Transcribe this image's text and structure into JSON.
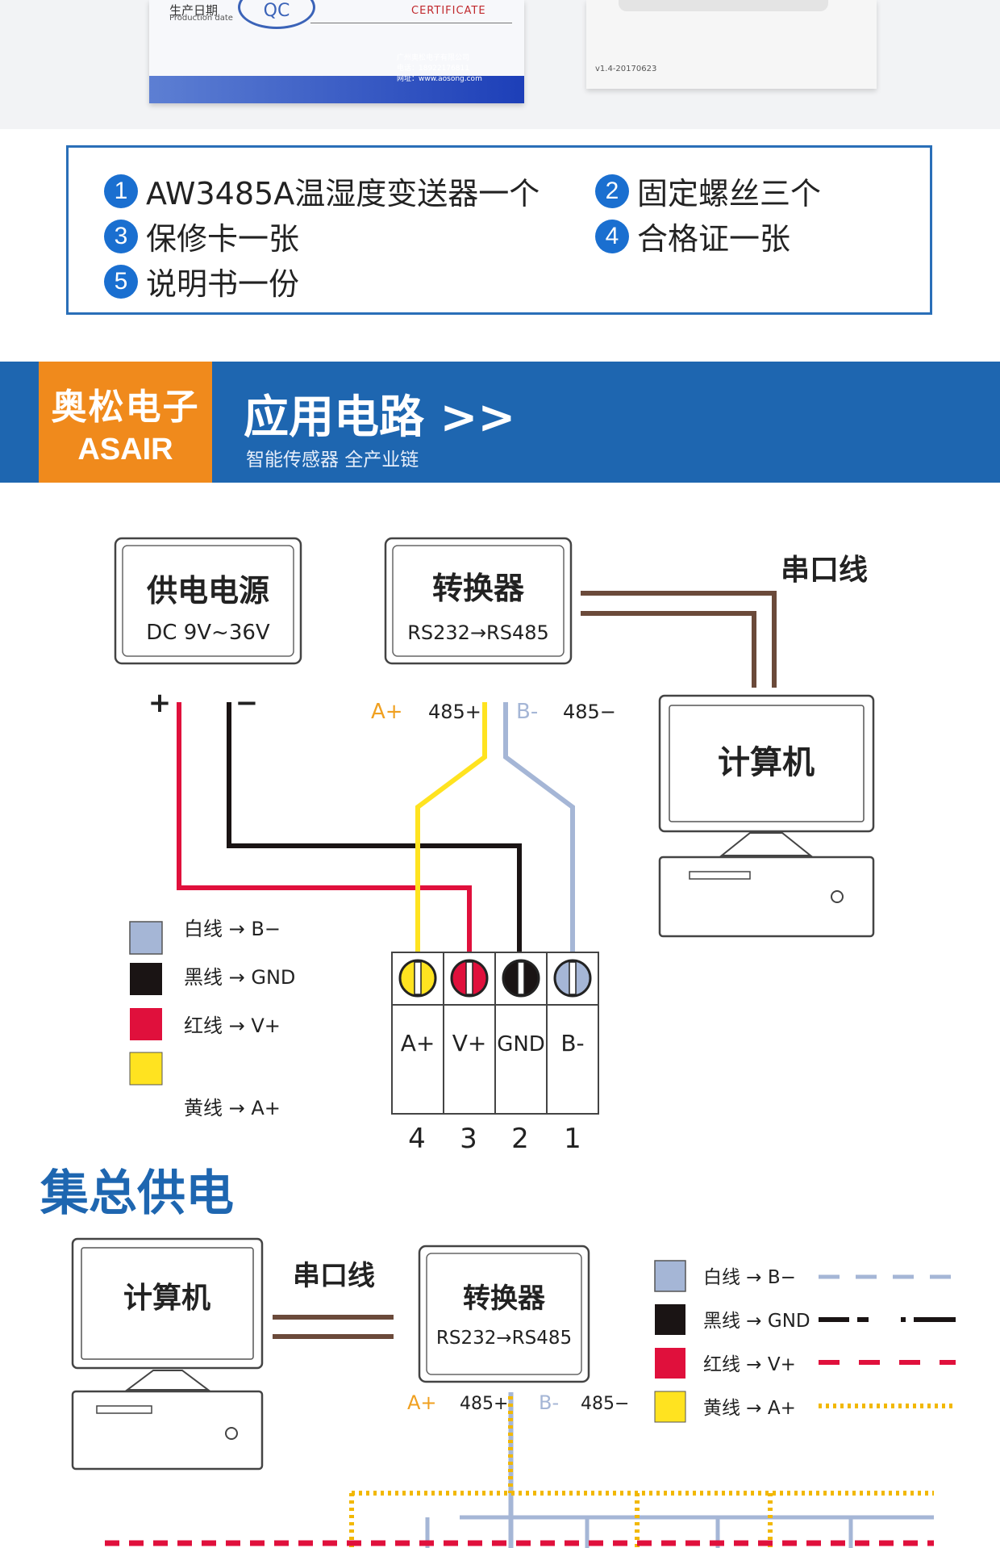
{
  "top_photo": {
    "production_date_cn": "生产日期",
    "production_date_en": "Production date",
    "qc": "QC",
    "certificate": "CERTIFICATE",
    "company": "广州奥松电子有限公司",
    "phone": "电话：18922176811",
    "website": "网址：www.aosong.com",
    "version": "v1.4-20170623"
  },
  "packing_list": [
    {
      "num": "1",
      "text": "AW3485A温湿度变送器一个"
    },
    {
      "num": "2",
      "text": "固定螺丝三个"
    },
    {
      "num": "3",
      "text": "保修卡一张"
    },
    {
      "num": "4",
      "text": "合格证一张"
    },
    {
      "num": "5",
      "text": "说明书一份"
    }
  ],
  "banner": {
    "brand_cn": "奥松电子",
    "brand_en": "ASAIR",
    "title": "应用电路 >>",
    "subtitle": "智能传感器 全产业链"
  },
  "diagram1": {
    "power_title": "供电电源",
    "power_spec": "DC 9V~36V",
    "plus": "+",
    "minus": "−",
    "converter_title": "转换器",
    "converter_spec": "RS232→RS485",
    "a_plus": "A+",
    "p485_plus": "485+",
    "b_minus": "B-",
    "p485_minus": "485−",
    "serial_cable": "串口线",
    "computer": "计算机",
    "terminals": [
      "A+",
      "V+",
      "GND",
      "B-"
    ],
    "terminal_numbers": [
      "4",
      "3",
      "2",
      "1"
    ],
    "legend": [
      {
        "text": "白线 → B−",
        "color": "#a5b6d6"
      },
      {
        "text": "黑线 → GND",
        "color": "#1a1414"
      },
      {
        "text": "红线 → V+",
        "color": "#e0103c"
      },
      {
        "text": "黄线 → A+",
        "color": "#ffe320"
      }
    ]
  },
  "diagram2": {
    "section_title": "集总供电",
    "computer": "计算机",
    "serial_cable": "串口线",
    "converter_title": "转换器",
    "converter_spec": "RS232→RS485",
    "a_plus": "A+",
    "p485_plus": "485+",
    "b_minus": "B-",
    "p485_minus": "485−",
    "legend": [
      {
        "text": "白线 → B−",
        "color": "#a5b6d6"
      },
      {
        "text": "黑线 → GND",
        "color": "#1a1414"
      },
      {
        "text": "红线 → V+",
        "color": "#e0103c"
      },
      {
        "text": "黄线 → A+",
        "color": "#ffe320"
      }
    ]
  },
  "colors": {
    "blue": "#1e66b0",
    "orange": "#f08a1c",
    "white_wire": "#a5b6d6",
    "black_wire": "#1a1414",
    "red_wire": "#e0103c",
    "yellow_wire": "#ffe320",
    "brown_cable": "#6b4a3a"
  }
}
